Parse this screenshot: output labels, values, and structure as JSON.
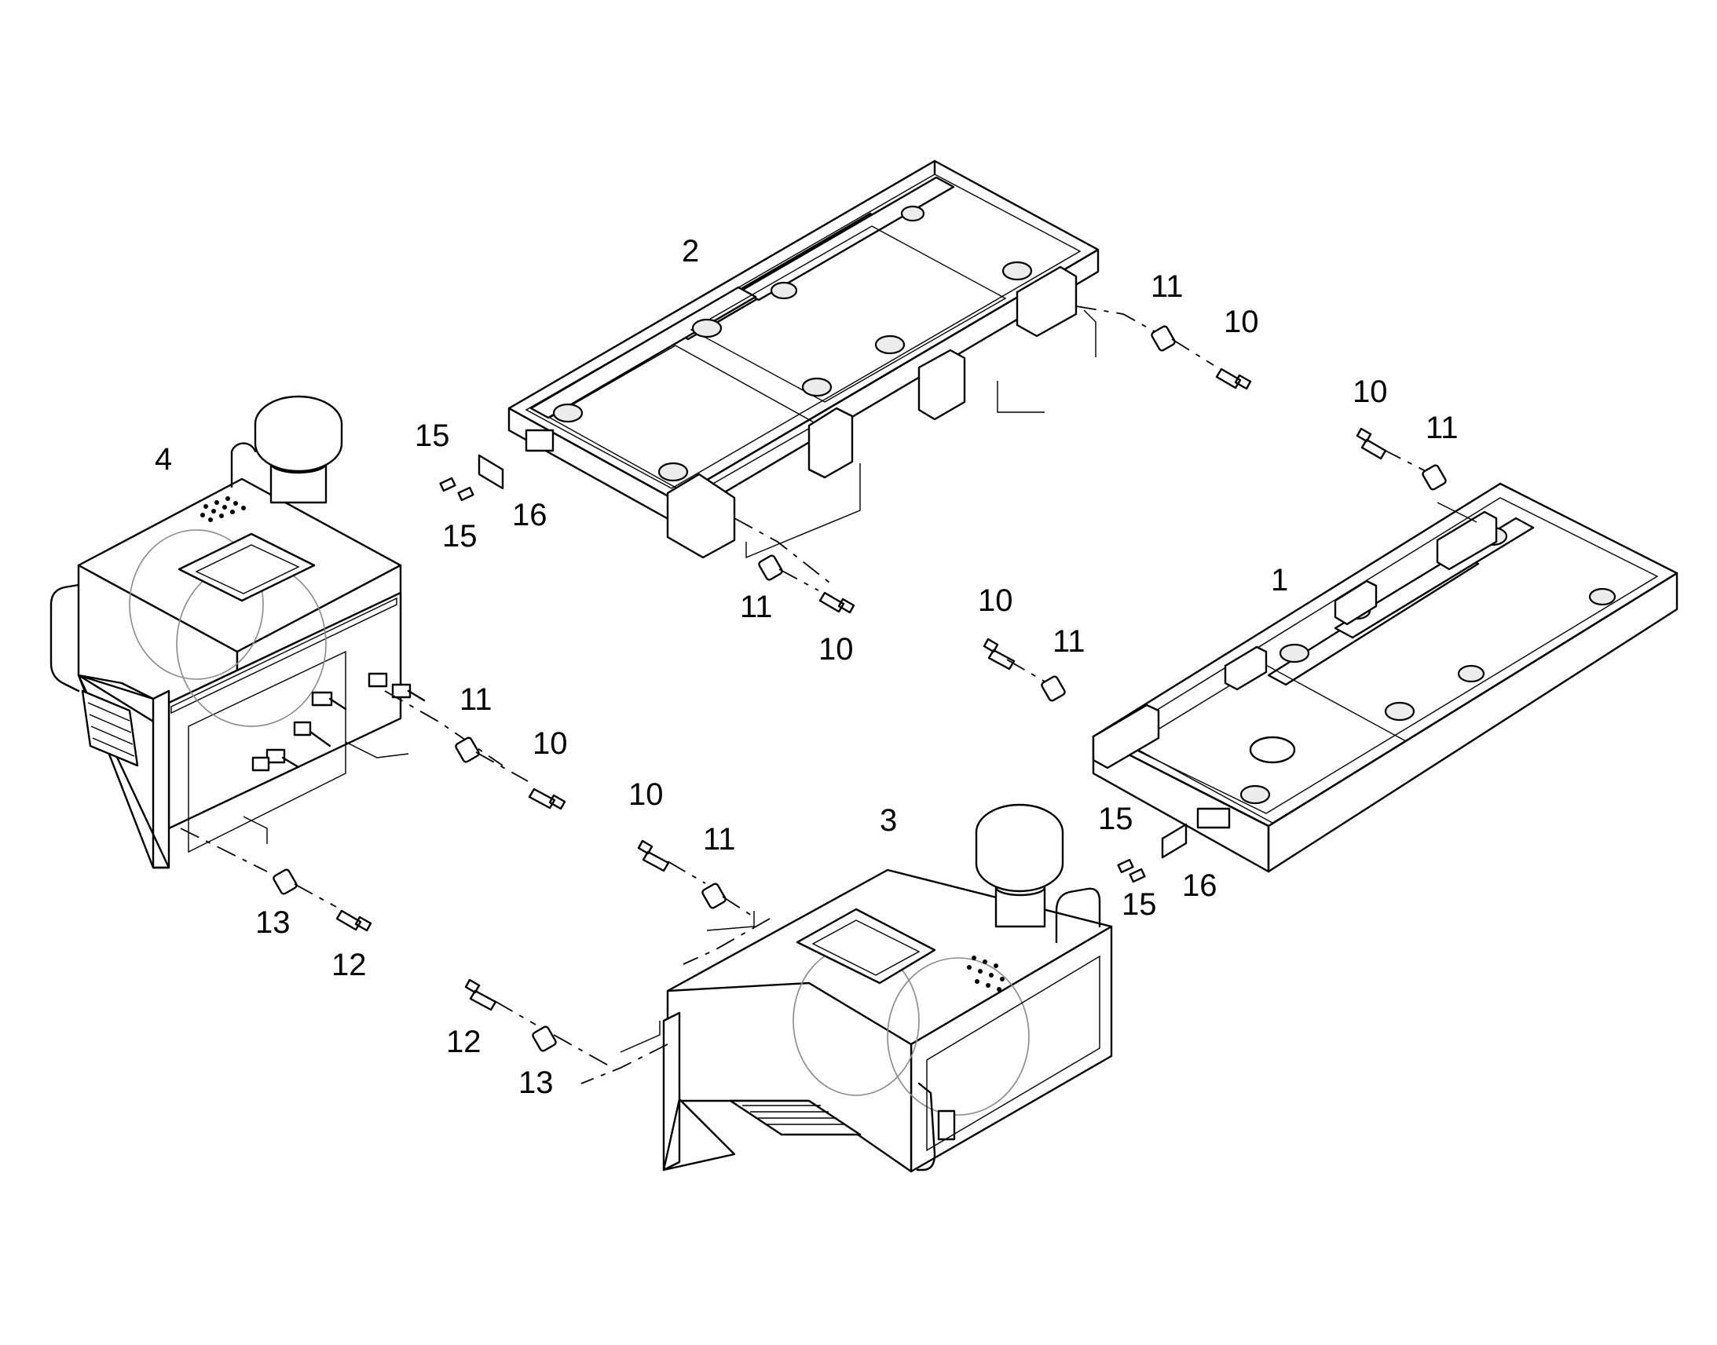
{
  "callouts": [
    {
      "id": "c-2",
      "text": "2"
    },
    {
      "id": "c-11a",
      "text": "11"
    },
    {
      "id": "c-10a",
      "text": "10"
    },
    {
      "id": "c-10b",
      "text": "10"
    },
    {
      "id": "c-11b",
      "text": "11"
    },
    {
      "id": "c-4",
      "text": "4"
    },
    {
      "id": "c-15a",
      "text": "15"
    },
    {
      "id": "c-16a",
      "text": "16"
    },
    {
      "id": "c-15b",
      "text": "15"
    },
    {
      "id": "c-1",
      "text": "1"
    },
    {
      "id": "c-11c",
      "text": "11"
    },
    {
      "id": "c-10c",
      "text": "10"
    },
    {
      "id": "c-10d",
      "text": "10"
    },
    {
      "id": "c-11d",
      "text": "11"
    },
    {
      "id": "c-11e",
      "text": "11"
    },
    {
      "id": "c-10e",
      "text": "10"
    },
    {
      "id": "c-10f",
      "text": "10"
    },
    {
      "id": "c-11f",
      "text": "11"
    },
    {
      "id": "c-3",
      "text": "3"
    },
    {
      "id": "c-15c",
      "text": "15"
    },
    {
      "id": "c-16b",
      "text": "16"
    },
    {
      "id": "c-15d",
      "text": "15"
    },
    {
      "id": "c-13a",
      "text": "13"
    },
    {
      "id": "c-12a",
      "text": "12"
    },
    {
      "id": "c-12b",
      "text": "12"
    },
    {
      "id": "c-13b",
      "text": "13"
    }
  ]
}
